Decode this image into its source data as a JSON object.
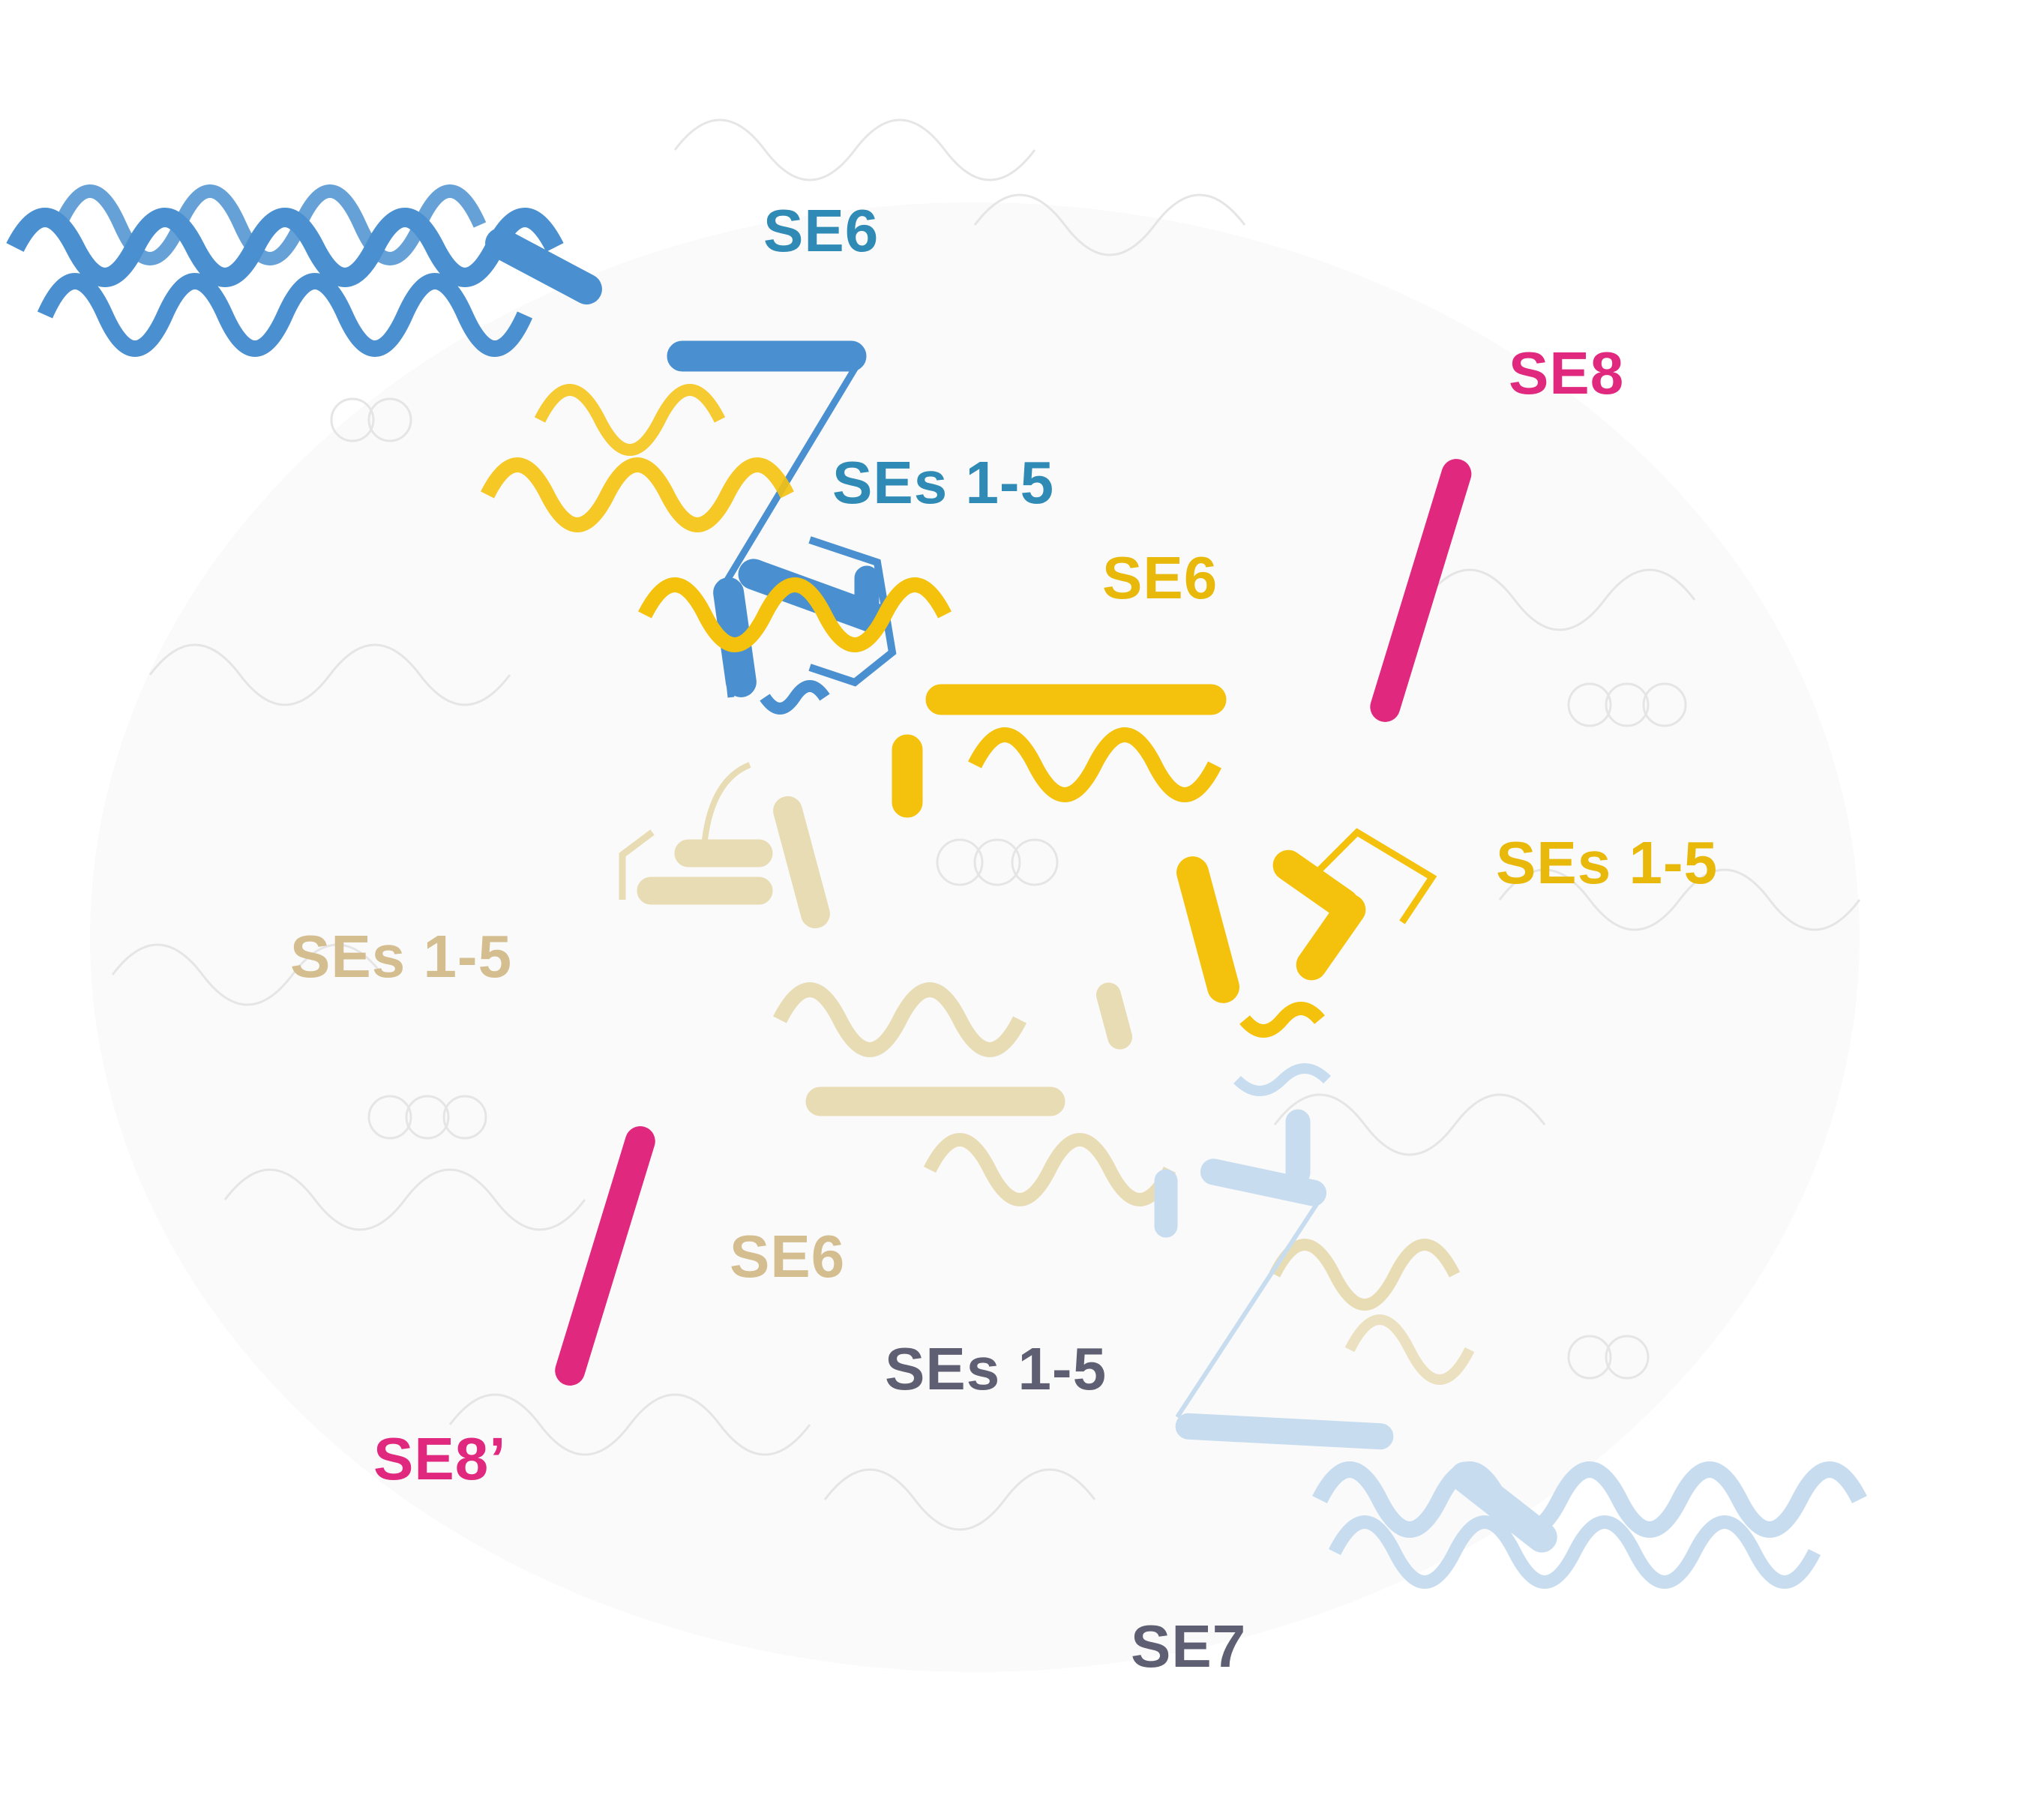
{
  "labels": {
    "blue_se6": "SE6",
    "blue_ses": "SEs 1-5",
    "gold_se6": "SE6",
    "gold_ses": "SEs 1-5",
    "tan_ses": "SEs 1-5",
    "tan_se6": "SE6",
    "grey_ses": "SEs 1-5",
    "grey_se7": "SE7",
    "magenta_se8": "SE8",
    "magenta_se8p": "SE8’"
  },
  "colors": {
    "blue": "#4a90d0",
    "blue_label": "#2f8bb5",
    "gold": "#f4c20d",
    "gold_label": "#e8b90a",
    "tan": "#e8dcb5",
    "tan_label": "#d4bd8f",
    "pale_blue": "#c7dcef",
    "grey_label": "#5f5f73",
    "magenta": "#e0287e",
    "magenta_label": "#e0287e",
    "background_ribbon": "#e6e6e6"
  }
}
